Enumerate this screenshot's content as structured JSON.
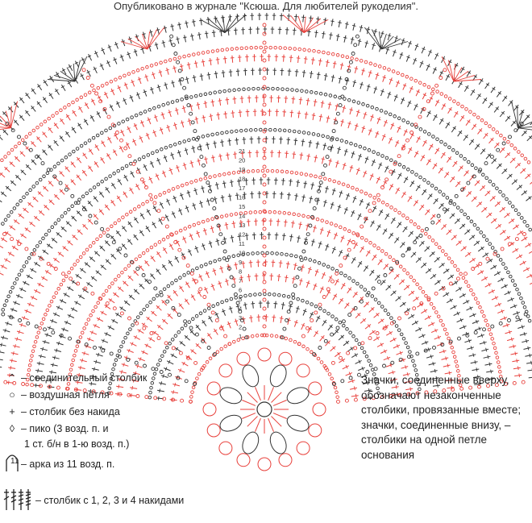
{
  "header": "Опубликовано в журнале \"Ксюша. Для любителей рукоделия\".",
  "legend": [
    {
      "symbol": "slip-stitch-icon",
      "text": "– соединительный столбик"
    },
    {
      "symbol": "chain-stitch-icon",
      "text": "– воздушная петля"
    },
    {
      "symbol": "single-crochet-icon",
      "text": "– столбик без накида"
    },
    {
      "symbol": "picot-icon",
      "text": "– пико (3 возд. п. и"
    },
    {
      "symbol": "",
      "text": "1 ст. б/н в 1-ю возд. п.)"
    },
    {
      "symbol": "arch-11-icon",
      "text": "– арка из 11 возд. п."
    },
    {
      "symbol": "double-crochet-icons",
      "text": "– столбик с 1, 2, 3 и 4 накидами"
    }
  ],
  "arch_count": "11",
  "note_lines": [
    "Значки, соединенные вверху,",
    "обозначают незаконченные",
    "столбики, провязанные вместе;",
    "значки, соединенные внизу, –",
    "столбики на одной петле",
    "основания"
  ],
  "row_numbers": [
    "21",
    "20",
    "19",
    "18",
    "17",
    "16",
    "15",
    "14",
    "13",
    "12",
    "11",
    "10",
    "9",
    "8",
    "7",
    "6",
    "5",
    "4",
    "3",
    "2",
    "1"
  ],
  "colors": {
    "red": "#e8413c",
    "dark": "#333333",
    "text": "#222222"
  }
}
